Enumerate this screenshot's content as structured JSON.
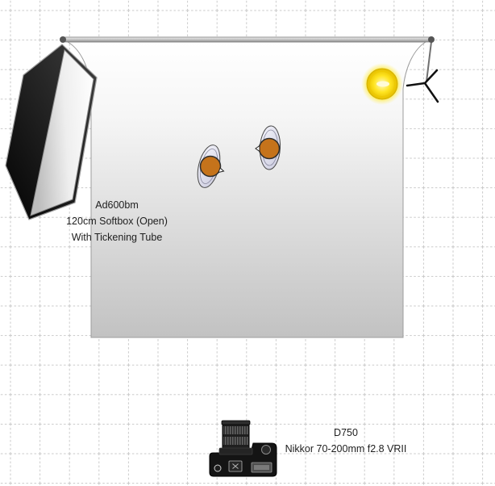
{
  "diagram": {
    "grid": {
      "visible": true,
      "color": "#c9c9c9"
    },
    "backdrop": {
      "icon": "backdrop-paper-icon",
      "stand_icon": "backdrop-stand-icon",
      "top_color": "#ffffff",
      "bottom_color": "#c2c2c2"
    },
    "softbox": {
      "icon": "softbox-icon",
      "label_lines": [
        "Ad600bm",
        "120cm Softbox (Open)",
        "With Tickening Tube"
      ]
    },
    "flash": {
      "icon": "flash-head-icon",
      "color": "#ffe41f"
    },
    "subjects": [
      {
        "icon": "person-top-view-icon",
        "head_color": "#c5731b"
      },
      {
        "icon": "person-top-view-icon",
        "head_color": "#c5731b"
      }
    ],
    "camera": {
      "icon": "camera-top-view-icon",
      "label_lines": [
        "D750",
        "Nikkor 70-200mm f2.8 VRII"
      ]
    }
  }
}
